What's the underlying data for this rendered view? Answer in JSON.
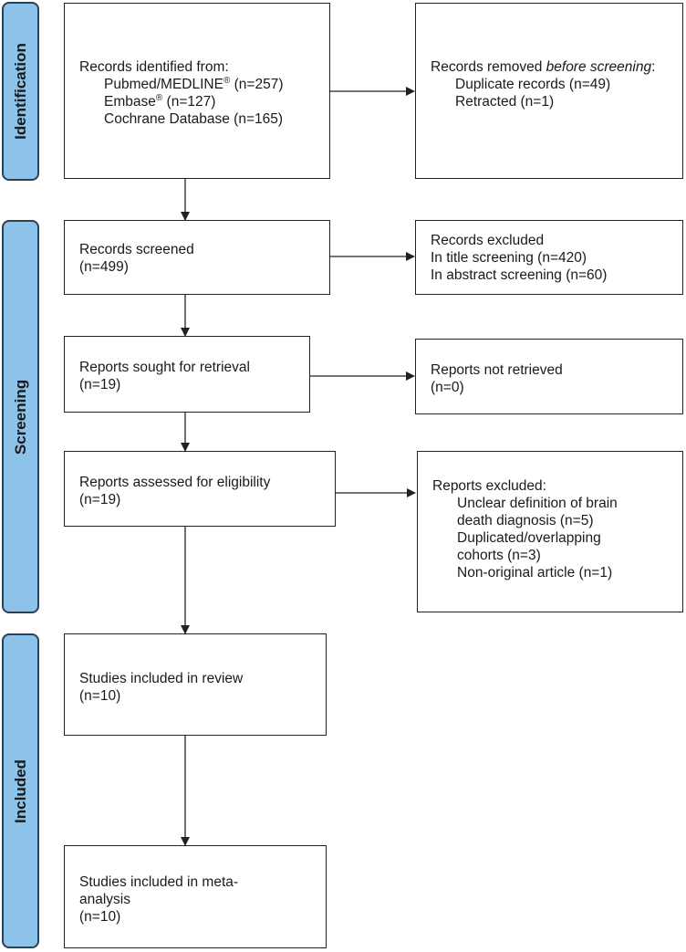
{
  "phases": {
    "identification": "Identification",
    "screening": "Screening",
    "included": "Included"
  },
  "identified": {
    "title": "Records identified from:",
    "pubmed": "Pubmed/MEDLINE",
    "pubmed_count": " (n=257)",
    "embase": "Embase",
    "embase_count": " (n=127)",
    "cochrane": "Cochrane Database (n=165)",
    "reg_mark": "®"
  },
  "removed": {
    "title_start": "Records removed ",
    "title_italic": "before screening",
    "title_end": ":",
    "duplicates": "Duplicate records (n=49)",
    "retracted": "Retracted (n=1)"
  },
  "screened": {
    "title": "Records screened",
    "count": "(n=499)"
  },
  "excluded_records": {
    "title": "Records excluded",
    "title_screening": "In title screening (n=420)",
    "abstract_screening": "In abstract screening (n=60)"
  },
  "sought": {
    "title": "Reports sought for retrieval",
    "count": "(n=19)"
  },
  "not_retrieved": {
    "title": "Reports not retrieved",
    "count": "(n=0)"
  },
  "assessed": {
    "title": "Reports assessed for eligibility",
    "count": "(n=19)"
  },
  "reports_excluded": {
    "title": "Reports excluded:",
    "reason1_line1": "Unclear definition of brain",
    "reason1_line2": "death diagnosis (n=5)",
    "reason2_line1": "Duplicated/overlapping",
    "reason2_line2": "cohorts (n=3)",
    "reason3": "Non-original article (n=1)"
  },
  "review": {
    "title": "Studies included in review",
    "count": "(n=10)"
  },
  "meta": {
    "title_line1": "Studies included in meta-",
    "title_line2": "analysis",
    "count": "(n=10)"
  }
}
